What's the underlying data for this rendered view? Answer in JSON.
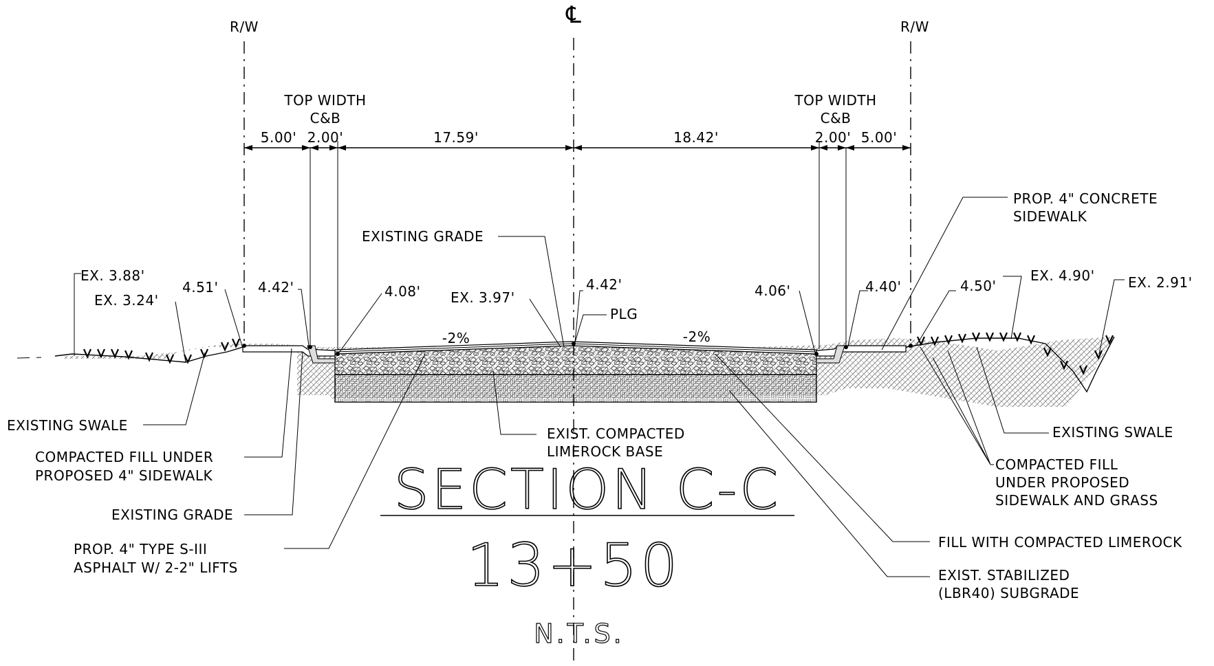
{
  "markers": {
    "centerline": "℄",
    "rw_left": "R/W",
    "rw_right": "R/W"
  },
  "top_width": {
    "left_line1": "TOP WIDTH",
    "left_line2": "C&B",
    "right_line1": "TOP WIDTH",
    "right_line2": "C&B"
  },
  "dimensions": {
    "left_sidewalk": "5.00'",
    "left_cb": "2.00'",
    "left_lane": "17.59'",
    "right_lane": "18.42'",
    "right_cb": "2.00'",
    "right_sidewalk": "5.00'"
  },
  "elevations": {
    "ex_388": "EX. 3.88'",
    "ex_324": "EX. 3.24'",
    "e_451": "4.51'",
    "e_442_left": "4.42'",
    "e_408": "4.08'",
    "ex_397": "EX. 3.97'",
    "e_442_center": "4.42'",
    "plg": "PLG",
    "e_406": "4.06'",
    "e_440": "4.40'",
    "e_450": "4.50'",
    "ex_490": "EX. 4.90'",
    "ex_291": "EX. 2.91'"
  },
  "slopes": {
    "left": "-2%",
    "right": "-2%"
  },
  "callouts": {
    "existing_grade_top": "EXISTING GRADE",
    "prop_sidewalk_line1": "PROP. 4\" CONCRETE",
    "prop_sidewalk_line2": "SIDEWALK",
    "existing_swale_left": "EXISTING SWALE",
    "fill_under_sidewalk_line1": "COMPACTED FILL UNDER",
    "fill_under_sidewalk_line2": "PROPOSED 4\" SIDEWALK",
    "existing_grade_bottom": "EXISTING GRADE",
    "asphalt_line1": "PROP. 4\" TYPE S-III",
    "asphalt_line2": "ASPHALT W/ 2-2\" LIFTS",
    "limerock_base_line1": "EXIST. COMPACTED",
    "limerock_base_line2": "LIMEROCK BASE",
    "existing_swale_right": "EXISTING SWALE",
    "fill_right_line1": "COMPACTED FILL",
    "fill_right_line2": "UNDER PROPOSED",
    "fill_right_line3": "SIDEWALK AND GRASS",
    "fill_limerock": "FILL WITH COMPACTED LIMEROCK",
    "subgrade_line1": "EXIST. STABILIZED",
    "subgrade_line2": "(LBR40) SUBGRADE"
  },
  "title": {
    "section": "SECTION C-C",
    "station": "13+50",
    "scale": "N.T.S."
  }
}
